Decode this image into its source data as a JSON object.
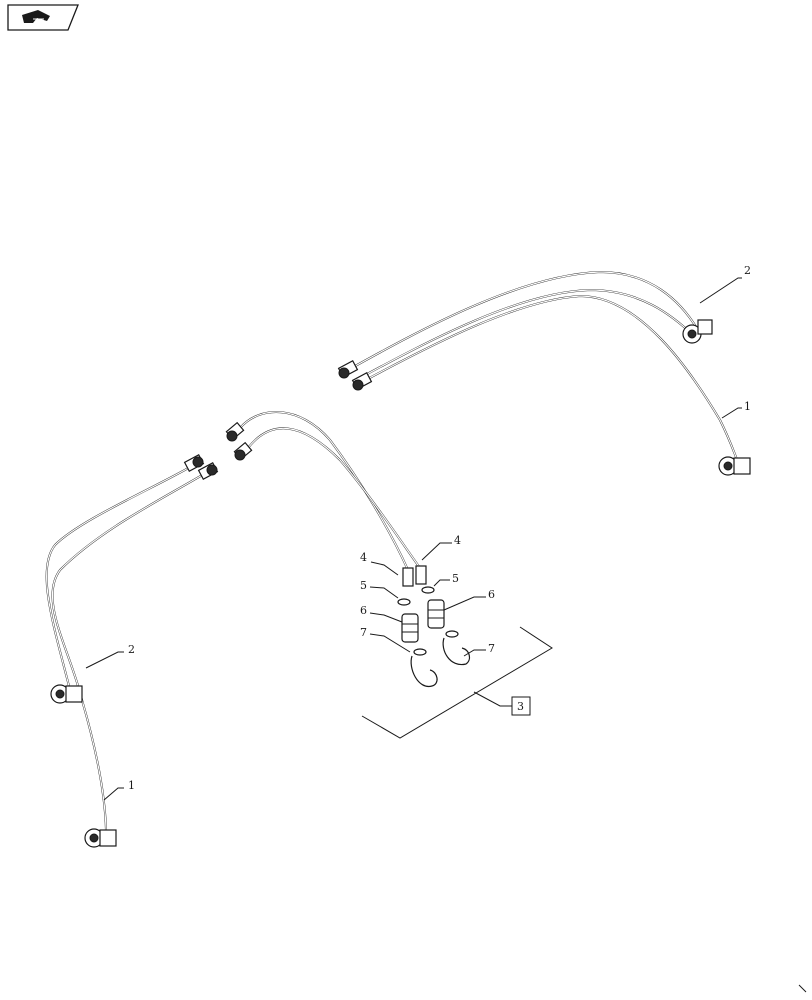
{
  "nav_icon": "hand-pointing-icon",
  "callouts": [
    {
      "id": "c-2-top-right",
      "text": "2"
    },
    {
      "id": "c-1-top-right",
      "text": "1"
    },
    {
      "id": "c-2-left",
      "text": "2"
    },
    {
      "id": "c-1-left",
      "text": "1"
    },
    {
      "id": "c-4-left",
      "text": "4"
    },
    {
      "id": "c-4-right",
      "text": "4"
    },
    {
      "id": "c-5-left",
      "text": "5"
    },
    {
      "id": "c-5-right",
      "text": "5"
    },
    {
      "id": "c-6-left",
      "text": "6"
    },
    {
      "id": "c-6-right",
      "text": "6"
    },
    {
      "id": "c-7-left",
      "text": "7"
    },
    {
      "id": "c-7-right",
      "text": "7"
    }
  ],
  "kit_label": "3"
}
